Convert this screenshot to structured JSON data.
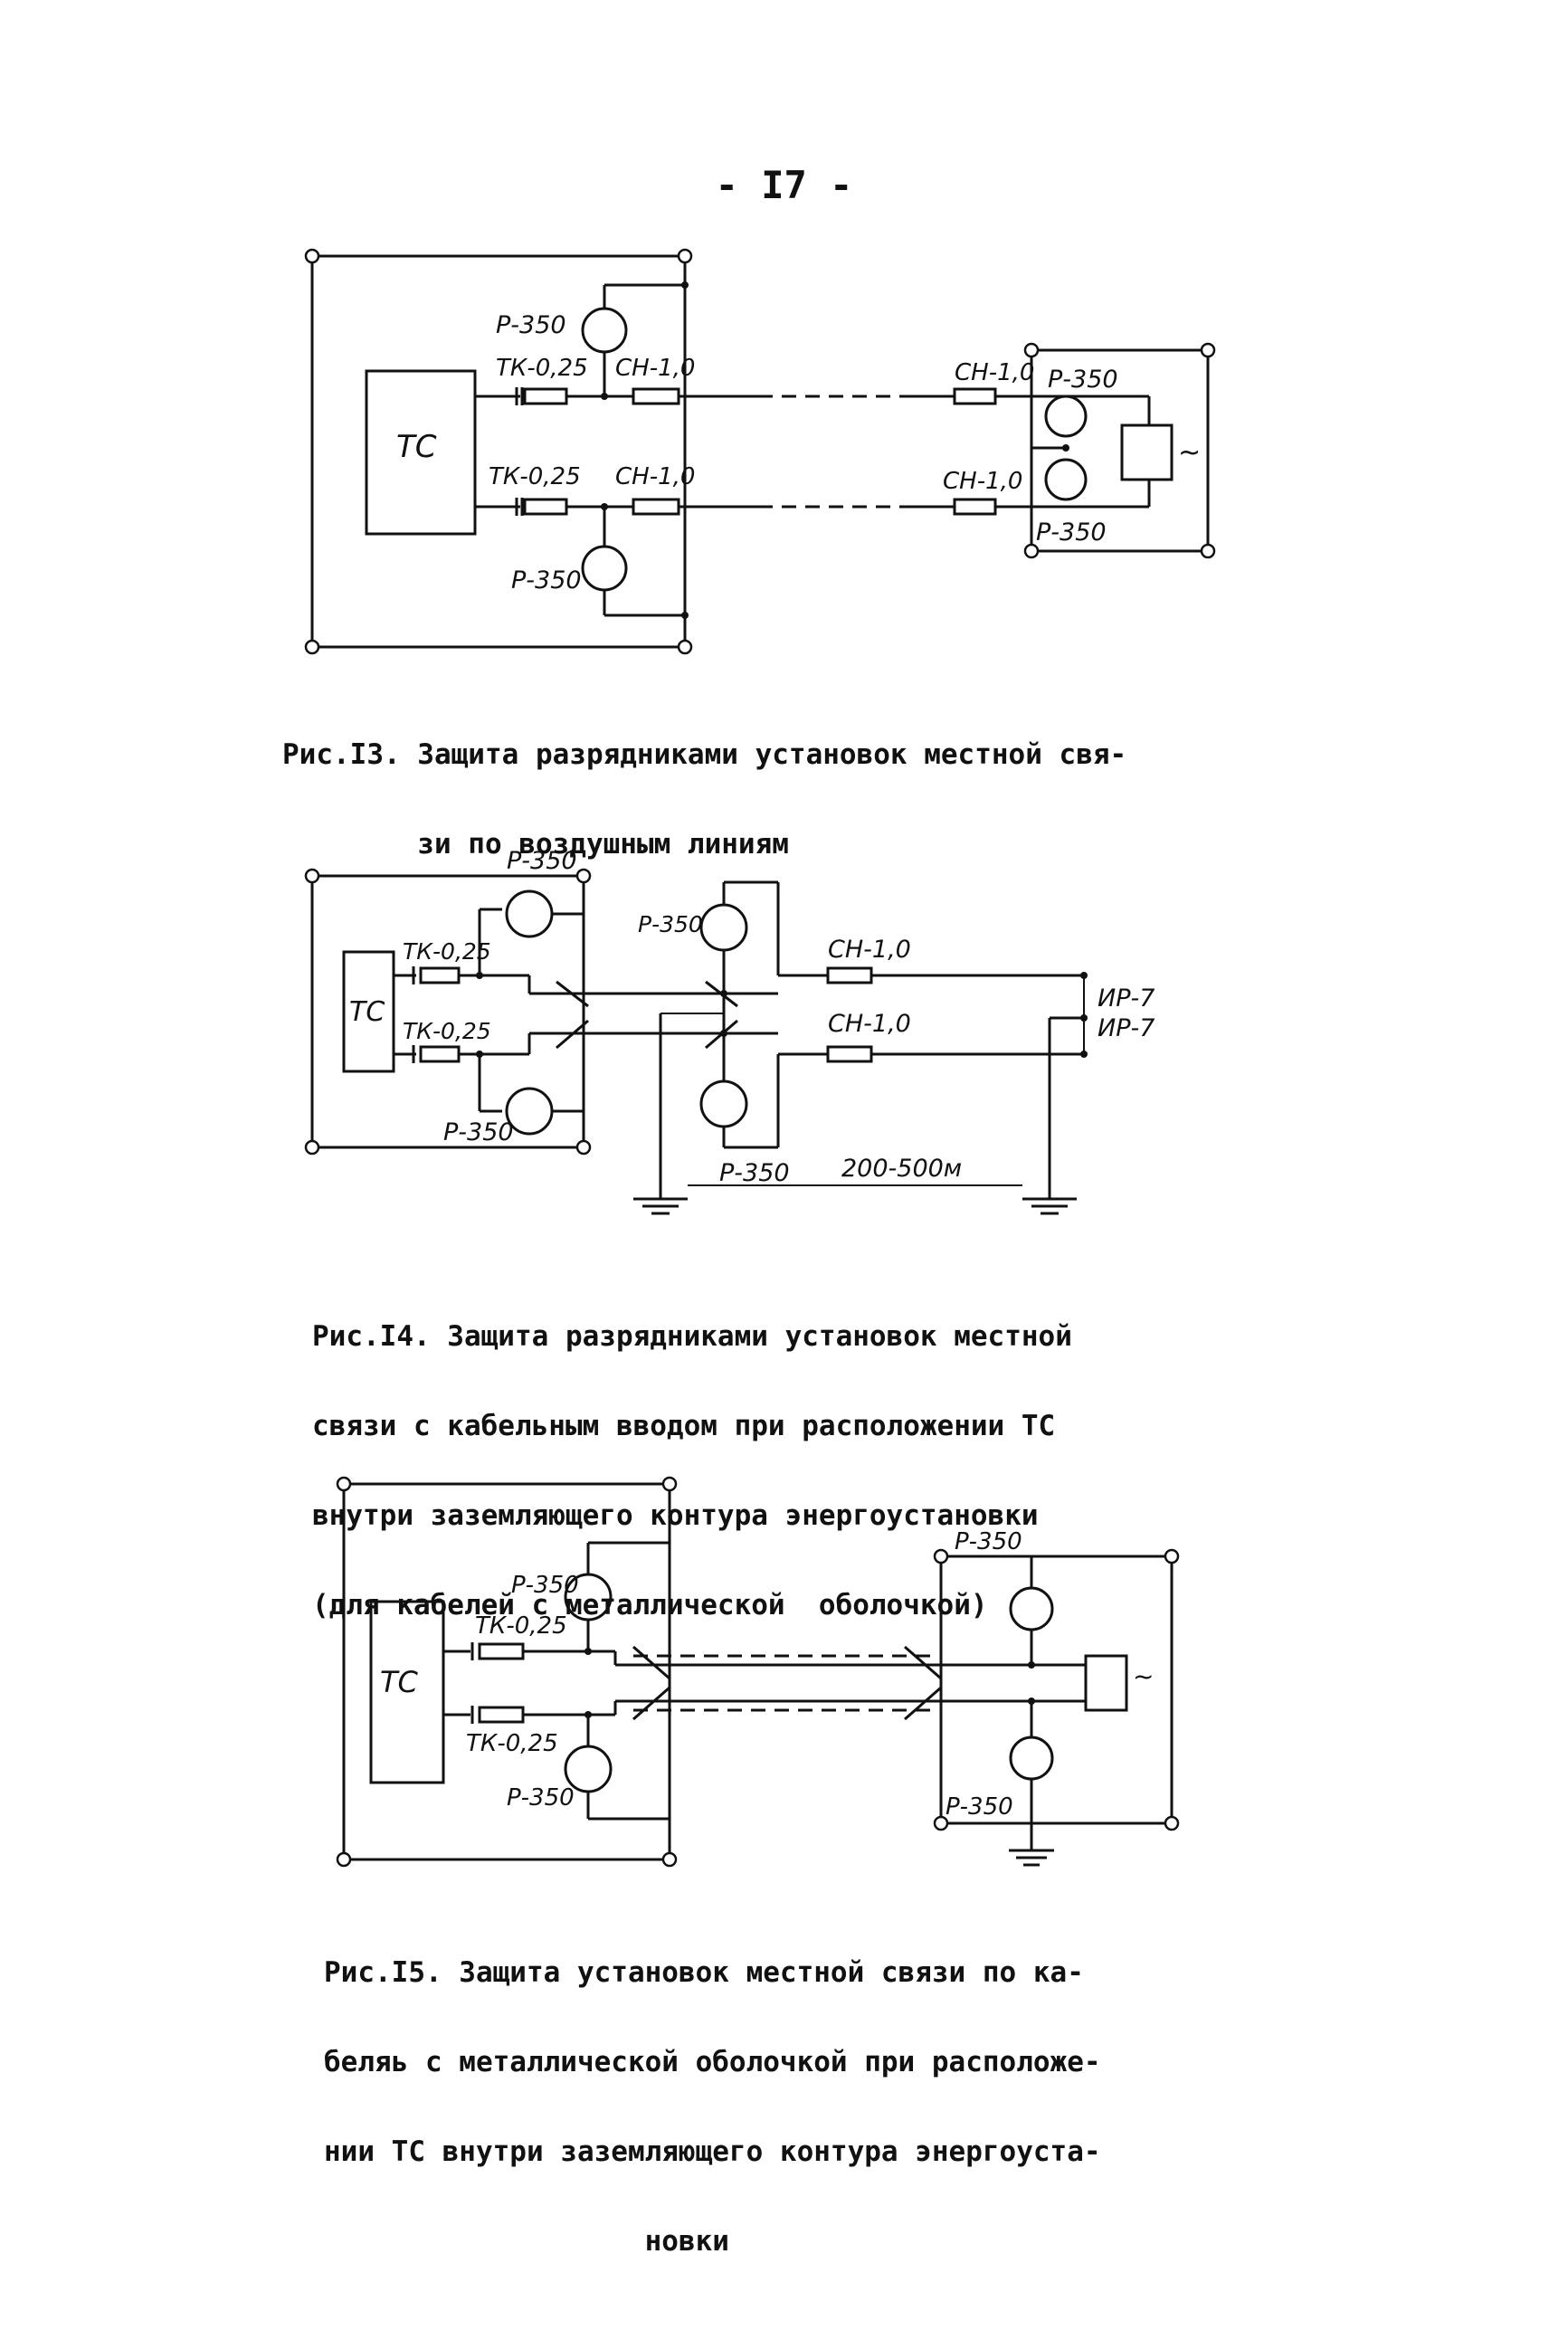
{
  "page": {
    "number": "- I7 -"
  },
  "fig13": {
    "tc": "ТС",
    "tk_top": "ТК-0,25",
    "tk_bottom": "ТК-0,25",
    "cn_top_left": "СН-1,0",
    "cn_bottom_left": "СН-1,0",
    "cn_top_right": "СН-1,0",
    "cn_bottom_right": "СН-1,0",
    "p350_top_left": "Р-350",
    "p350_bottom_left": "Р-350",
    "p350_top_right": "Р-350",
    "p350_bottom_right": "Р-350",
    "tilde": "~",
    "caption_lines": [
      "Рис.I3. Защита разрядниками установок местной свя-",
      "        зи по воздушным линиям"
    ]
  },
  "fig14": {
    "tc": "ТС",
    "tk_top": "ТК-0,25",
    "tk_bottom": "ТК-0,25",
    "p350_top": "Р-350",
    "p350_bottom": "Р-350",
    "p350_mid_top": "Р-350",
    "p350_mid_bottom": "Р-350",
    "cn_top": "СН-1,0",
    "cn_bottom": "СН-1,0",
    "ip_top": "ИР-7",
    "ip_bottom": "ИР-7",
    "distance": "200-500м",
    "caption_lines": [
      "Рис.I4. Защита разрядниками установок местной",
      "связи с кабельным вводом при расположении ТС",
      "внутри заземляющего контура энергоустановки",
      "(для кабелей с металлической  оболочкой)"
    ]
  },
  "fig15": {
    "tc": "ТС",
    "tk_top": "ТК-0,25",
    "tk_bottom": "ТК-0,25",
    "p350_top_left": "Р-350",
    "p350_bottom_left": "Р-350",
    "p350_top_right": "Р-350",
    "p350_bottom_right": "Р-350",
    "tilde": "~",
    "caption_lines": [
      "Рис.I5. Защита установок местной связи по ка-",
      "беляь с металлической оболочкой при расположе-",
      "нии ТС внутри заземляющего контура энергоуста-",
      "                   новки"
    ]
  }
}
